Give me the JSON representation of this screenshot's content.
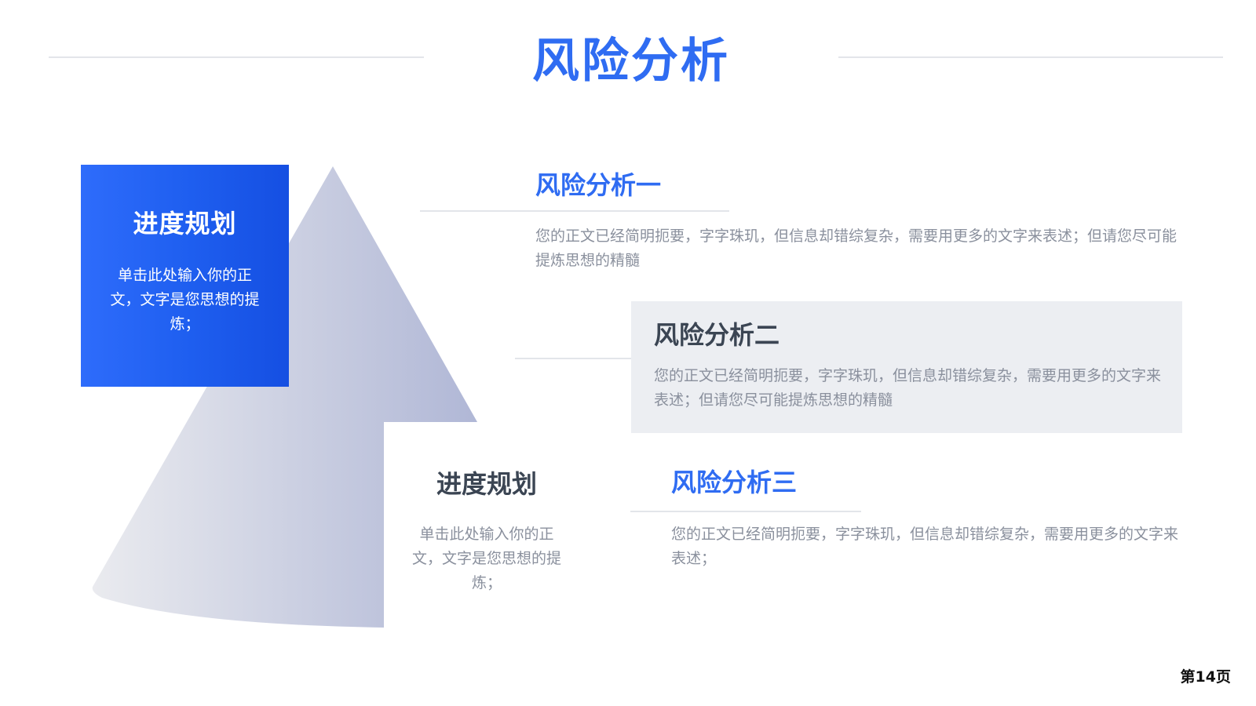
{
  "page": {
    "title": "风险分析",
    "page_number": "第14页"
  },
  "blue_card": {
    "title": "进度规划",
    "text": "单击此处输入你的正文，文字是您思想的提炼；"
  },
  "middle_block": {
    "title": "进度规划",
    "text": "单击此处输入你的正文，文字是您思想的提炼；"
  },
  "risks": [
    {
      "title": "风险分析一",
      "text": "您的正文已经简明扼要，字字珠玑，但信息却错综复杂，需要用更多的文字来表述；但请您尽可能提炼思想的精髓"
    },
    {
      "title": "风险分析二",
      "text": "您的正文已经简明扼要，字字珠玑，但信息却错综复杂，需要用更多的文字来表述；但请您尽可能提炼思想的精髓"
    },
    {
      "title": "风险分析三",
      "text": "您的正文已经简明扼要，字字珠玑，但信息却错综复杂，需要用更多的文字来表述；"
    }
  ],
  "colors": {
    "accent_blue": "#2f6cf2",
    "dark_text": "#3b4553",
    "body_text": "#8a909d",
    "panel_gray": "#eceef2",
    "arrow_light": "#e9eaee",
    "arrow_dark": "#b4bbd8"
  }
}
